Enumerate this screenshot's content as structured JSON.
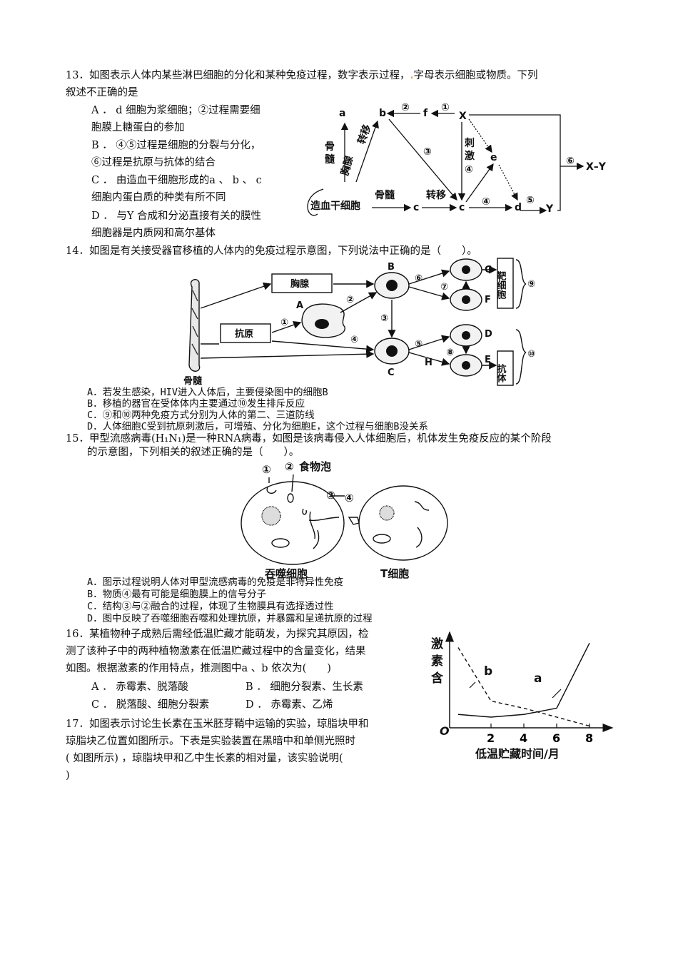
{
  "q13": {
    "stem_line1a": "13．如图表示人体内某些淋巴细胞的分化和某种免疫过程，数字表示过程，",
    "stem_dot": ".",
    "stem_line1b": "字母表示细胞或物质。下列",
    "stem_line2": "叙述不正确的是",
    "optA_1": "A ． d 细胞为浆细胞；②过程需要细",
    "optA_2": "胞膜上糖蛋白的参加",
    "optB_1": "B ． ④⑤过程是细胞的分裂与分化，",
    "optB_2": "⑥过程是抗原与抗体的结合",
    "optC_1": "C ． 由造血干细胞形成的a 、 b 、 c",
    "optC_2": "细胞内蛋白质的种类有所不同",
    "optD_1": "D ． 与Y 合成和分泌直接有关的膜性",
    "optD_2": "细胞器是内质网和高尔基体",
    "diagram": {
      "a": "a",
      "b": "b",
      "c": "c",
      "c2": "c",
      "d": "d",
      "e": "e",
      "f": "f",
      "X": "X",
      "Y": "Y",
      "XY": "X–Y",
      "n1": "①",
      "n2": "②",
      "n3": "③",
      "n4a": "④",
      "n4b": "④",
      "n5": "⑤",
      "n6": "⑥",
      "gusui1": "骨",
      "gusui2": "髓",
      "xiongxian": "胸腺",
      "zhuanyi1": "转移",
      "zaoxue": "造血干细胞",
      "gusui_h": "骨髓",
      "zhuanyi2": "转移",
      "ci": "刺",
      "ji": "激"
    }
  },
  "q14": {
    "stem": "14．如图是有关接受器官移植的人体内的免疫过程示意图，下列说法中正确的是（　　）。",
    "optA": "A．若发生感染，HIV进入人体后，主要侵染图中的细胞B",
    "optB": "B．移植的器官在受体体内主要通过⑩发生排斥反应",
    "optC": "C．⑨和⑩两种免疫方式分别为人体的第二、三道防线",
    "optD": "D．人体细胞C受到抗原刺激后，可增殖、分化为细胞E，这个过程与细胞B没关系",
    "diagram": {
      "xiongxian": "胸腺",
      "kangyuan": "抗原",
      "gusui": "骨髓",
      "A": "A",
      "B": "B",
      "C": "C",
      "D": "D",
      "E": "E",
      "F": "F",
      "G": "G",
      "H": "H",
      "n1": "①",
      "n2": "②",
      "n3": "③",
      "n4": "④",
      "n5": "⑤",
      "n6": "⑥",
      "n7": "⑦",
      "n8": "⑧",
      "n9": "⑨",
      "n10": "⑩",
      "baxibao": "靶细胞",
      "kangti": "抗体"
    }
  },
  "q15": {
    "stem_line1": "15．甲型流感病毒(H₁N₁)是一种RNA病毒，如图是该病毒侵入人体细胞后，机体发生免疫反应的某个阶段",
    "stem_line2": "的示意图，下列相关的叙述正确的是（　　）。",
    "optA": "A．图示过程说明人体对甲型流感病毒的免疫是非特异性免疫",
    "optB": "B．物质④最有可能是细胞膜上的信号分子",
    "optC": "C．结构③与②融合的过程，体现了生物膜具有选择透过性",
    "optD": "D．图中反映了吞噬细胞吞噬和处理抗原，并暴露和呈递抗原的过程",
    "diagram": {
      "n1": "①",
      "n2": "②",
      "shiwupao": "食物泡",
      "n3": "③",
      "n4": "④",
      "tunshi": "吞噬细胞",
      "Txibao": "T细胞"
    }
  },
  "q16": {
    "stem_line1": "16．某植物种子成熟后需经低温贮藏才能萌发，为探究其原因，检",
    "stem_line2": "测了该种子中的两种植物激素在低温贮藏过程中的含量变化，结果",
    "stem_line3": "如图。根据激素的作用特点，推测图中a 、b 依次为(　　)",
    "optA": "A ． 赤霉素、脱落酸",
    "optB": "B ． 细胞分裂素、生长素",
    "optC": "C ． 脱落酸、细胞分裂素",
    "optD": "D ． 赤霉素、乙烯"
  },
  "q17": {
    "line1": "17．如图表示讨论生长素在玉米胚芽鞘中运输的实验，琼脂块甲和",
    "line2": "琼脂块乙位置如图所示。下表是实验装置在黑暗中和单侧光照时",
    "line3": "( 如图所示) ，琼脂块甲和乙中生长素的相对量，该实验说明(",
    "line4": ")"
  },
  "chart_data": {
    "type": "line",
    "ylabel": "激素含量",
    "xlabel": "低温贮藏时间/月",
    "origin_label": "O",
    "x_ticks": [
      "2",
      "4",
      "6",
      "8"
    ],
    "series": [
      {
        "name": "a",
        "style": "solid",
        "x": [
          0,
          2,
          4,
          6,
          8
        ],
        "y": [
          0.15,
          0.12,
          0.15,
          0.22,
          0.95
        ]
      },
      {
        "name": "b",
        "style": "dashed",
        "x": [
          0,
          2,
          4,
          6,
          8
        ],
        "y": [
          0.9,
          0.3,
          0.22,
          0.12,
          0.02
        ]
      }
    ]
  }
}
